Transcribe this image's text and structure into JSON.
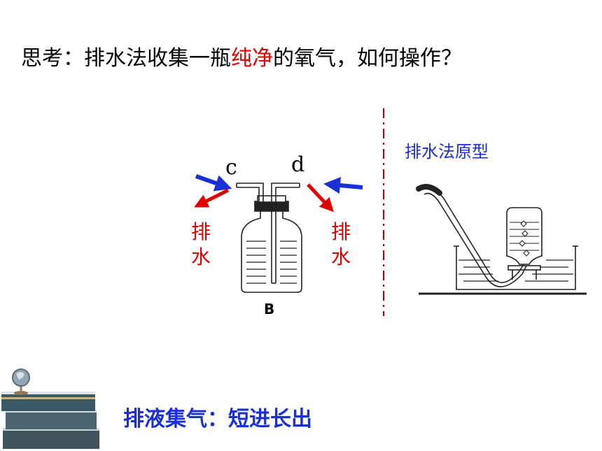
{
  "question": {
    "prefix": "思考：排水法收集一瓶",
    "highlight": "纯净",
    "suffix": "的氧气，如何操作？"
  },
  "apparatus": {
    "port_c": "c",
    "port_d": "d",
    "bottle_label": "B",
    "left_drain": [
      "排",
      "水"
    ],
    "right_drain": [
      "排",
      "水"
    ]
  },
  "prototype_label": "排水法原型",
  "conclusion": "排液集气：短进长出",
  "colors": {
    "highlight": "#e00000",
    "gas_in_arrow": "#1a2fd6",
    "water_out_arrow": "#e00000",
    "blue_text": "#1a2fd6"
  }
}
